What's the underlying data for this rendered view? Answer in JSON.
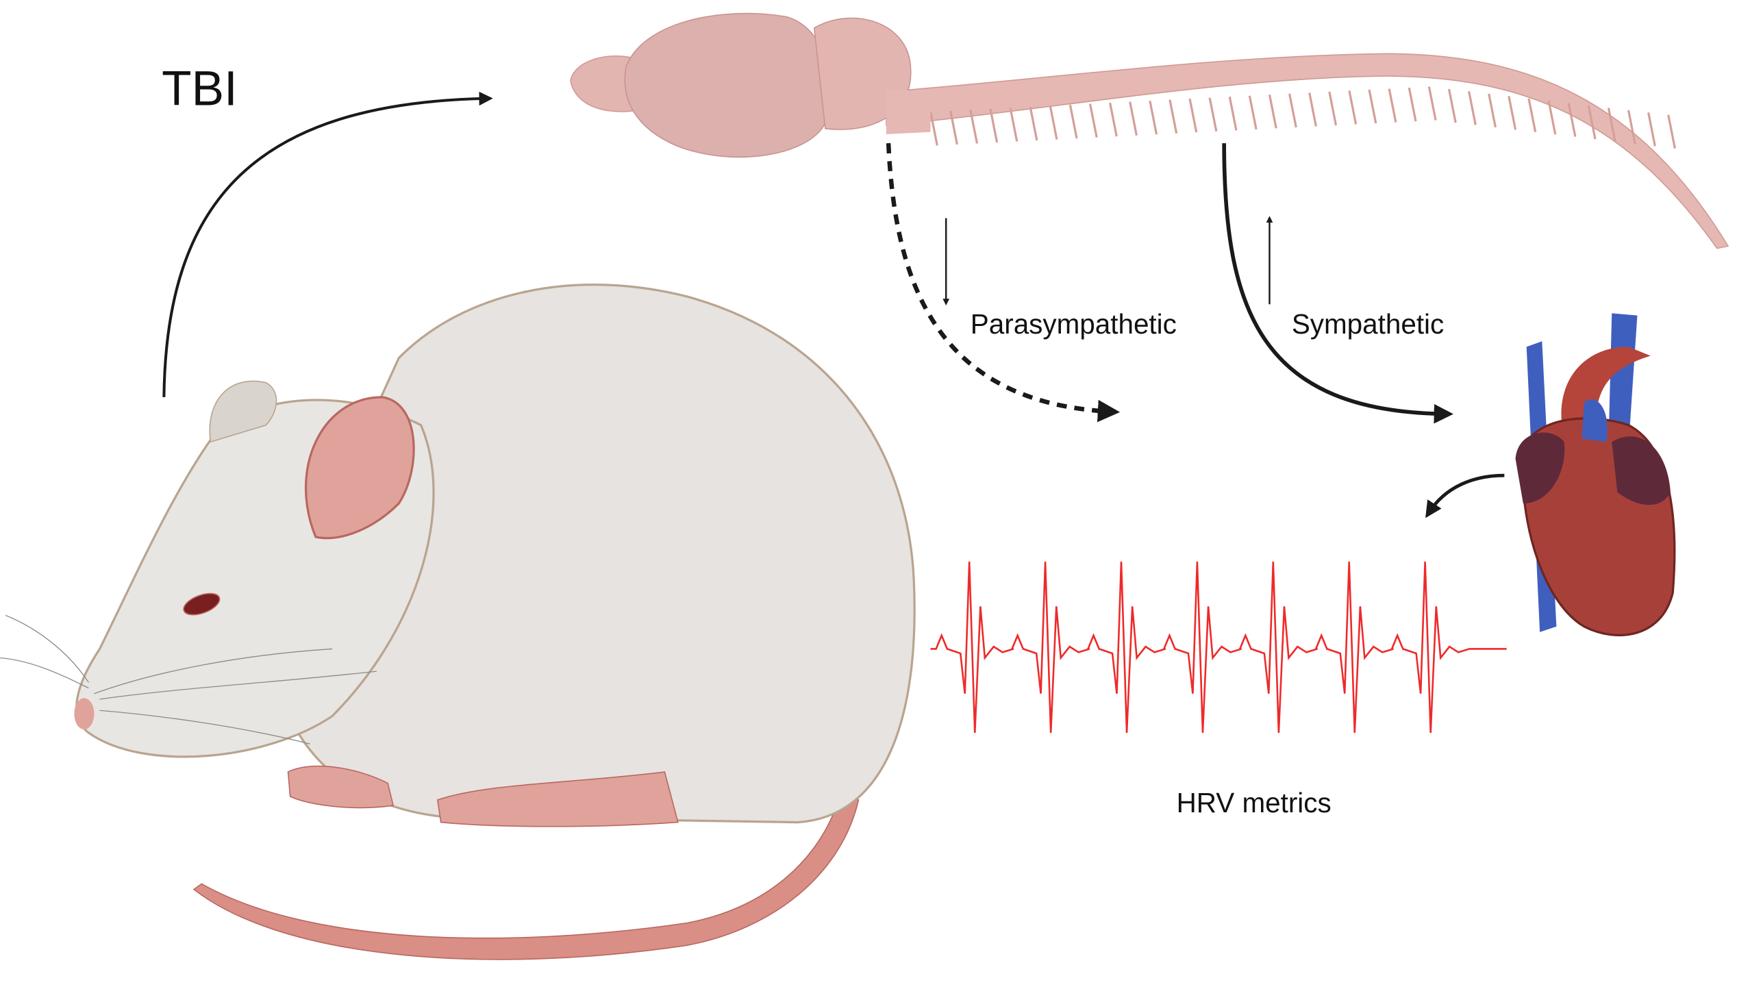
{
  "labels": {
    "tbi": "TBI",
    "parasympathetic": "Parasympathetic",
    "sympathetic": "Sympathetic",
    "hrv": "HRV metrics"
  },
  "colors": {
    "ecg": "#ee2a2a",
    "rat_body": "#e6e3e0",
    "rat_outline": "#b9a48f",
    "pink": "#d98f86",
    "brain": "#e3b5b1",
    "heart": "#b5443a",
    "vessel": "#3f5fbf",
    "arrow": "#1a1a1a"
  },
  "ecg": {
    "beats": 7
  }
}
